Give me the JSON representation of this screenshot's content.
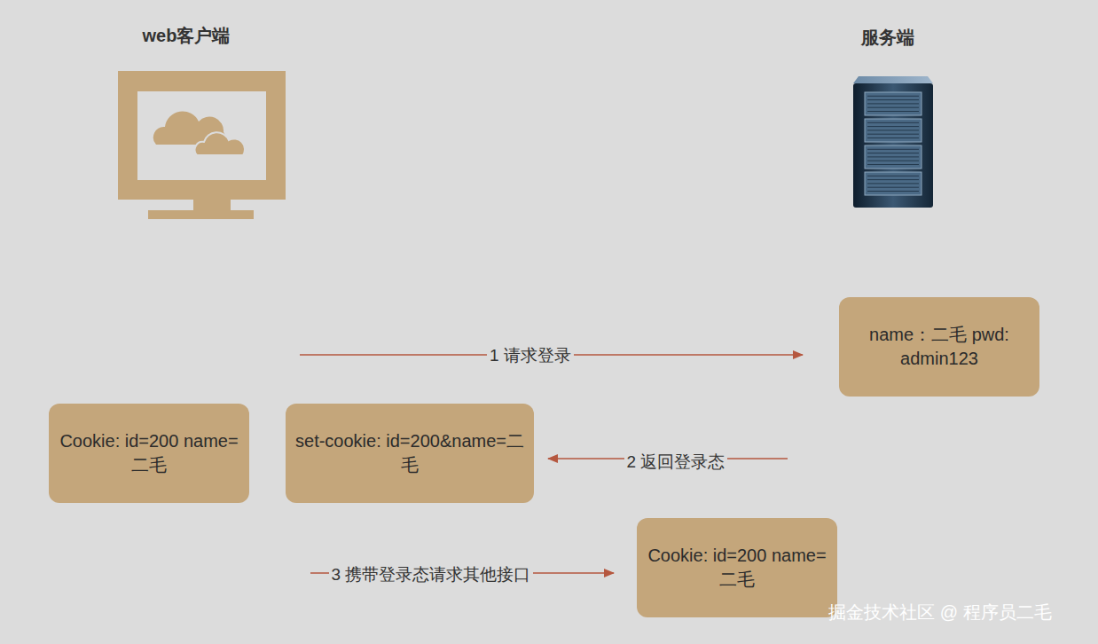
{
  "diagram": {
    "nodes": [
      {
        "text": [
          "name：二毛 pwd: admin123"
        ]
      },
      {
        "text": [
          "Cookie: id=200 name=二毛"
        ]
      },
      {
        "text": [
          "set-cookie: id=200&name=二毛"
        ]
      },
      {
        "text": [
          "Cookie: id=200 name=二毛"
        ]
      }
    ],
    "labels": [
      "web客户端",
      "服务端",
      "1 请求登录",
      "2 返回登录态",
      "3 携带登录态请求其他接口",
      "掘金技术社区 @ 程序员二毛"
    ]
  }
}
